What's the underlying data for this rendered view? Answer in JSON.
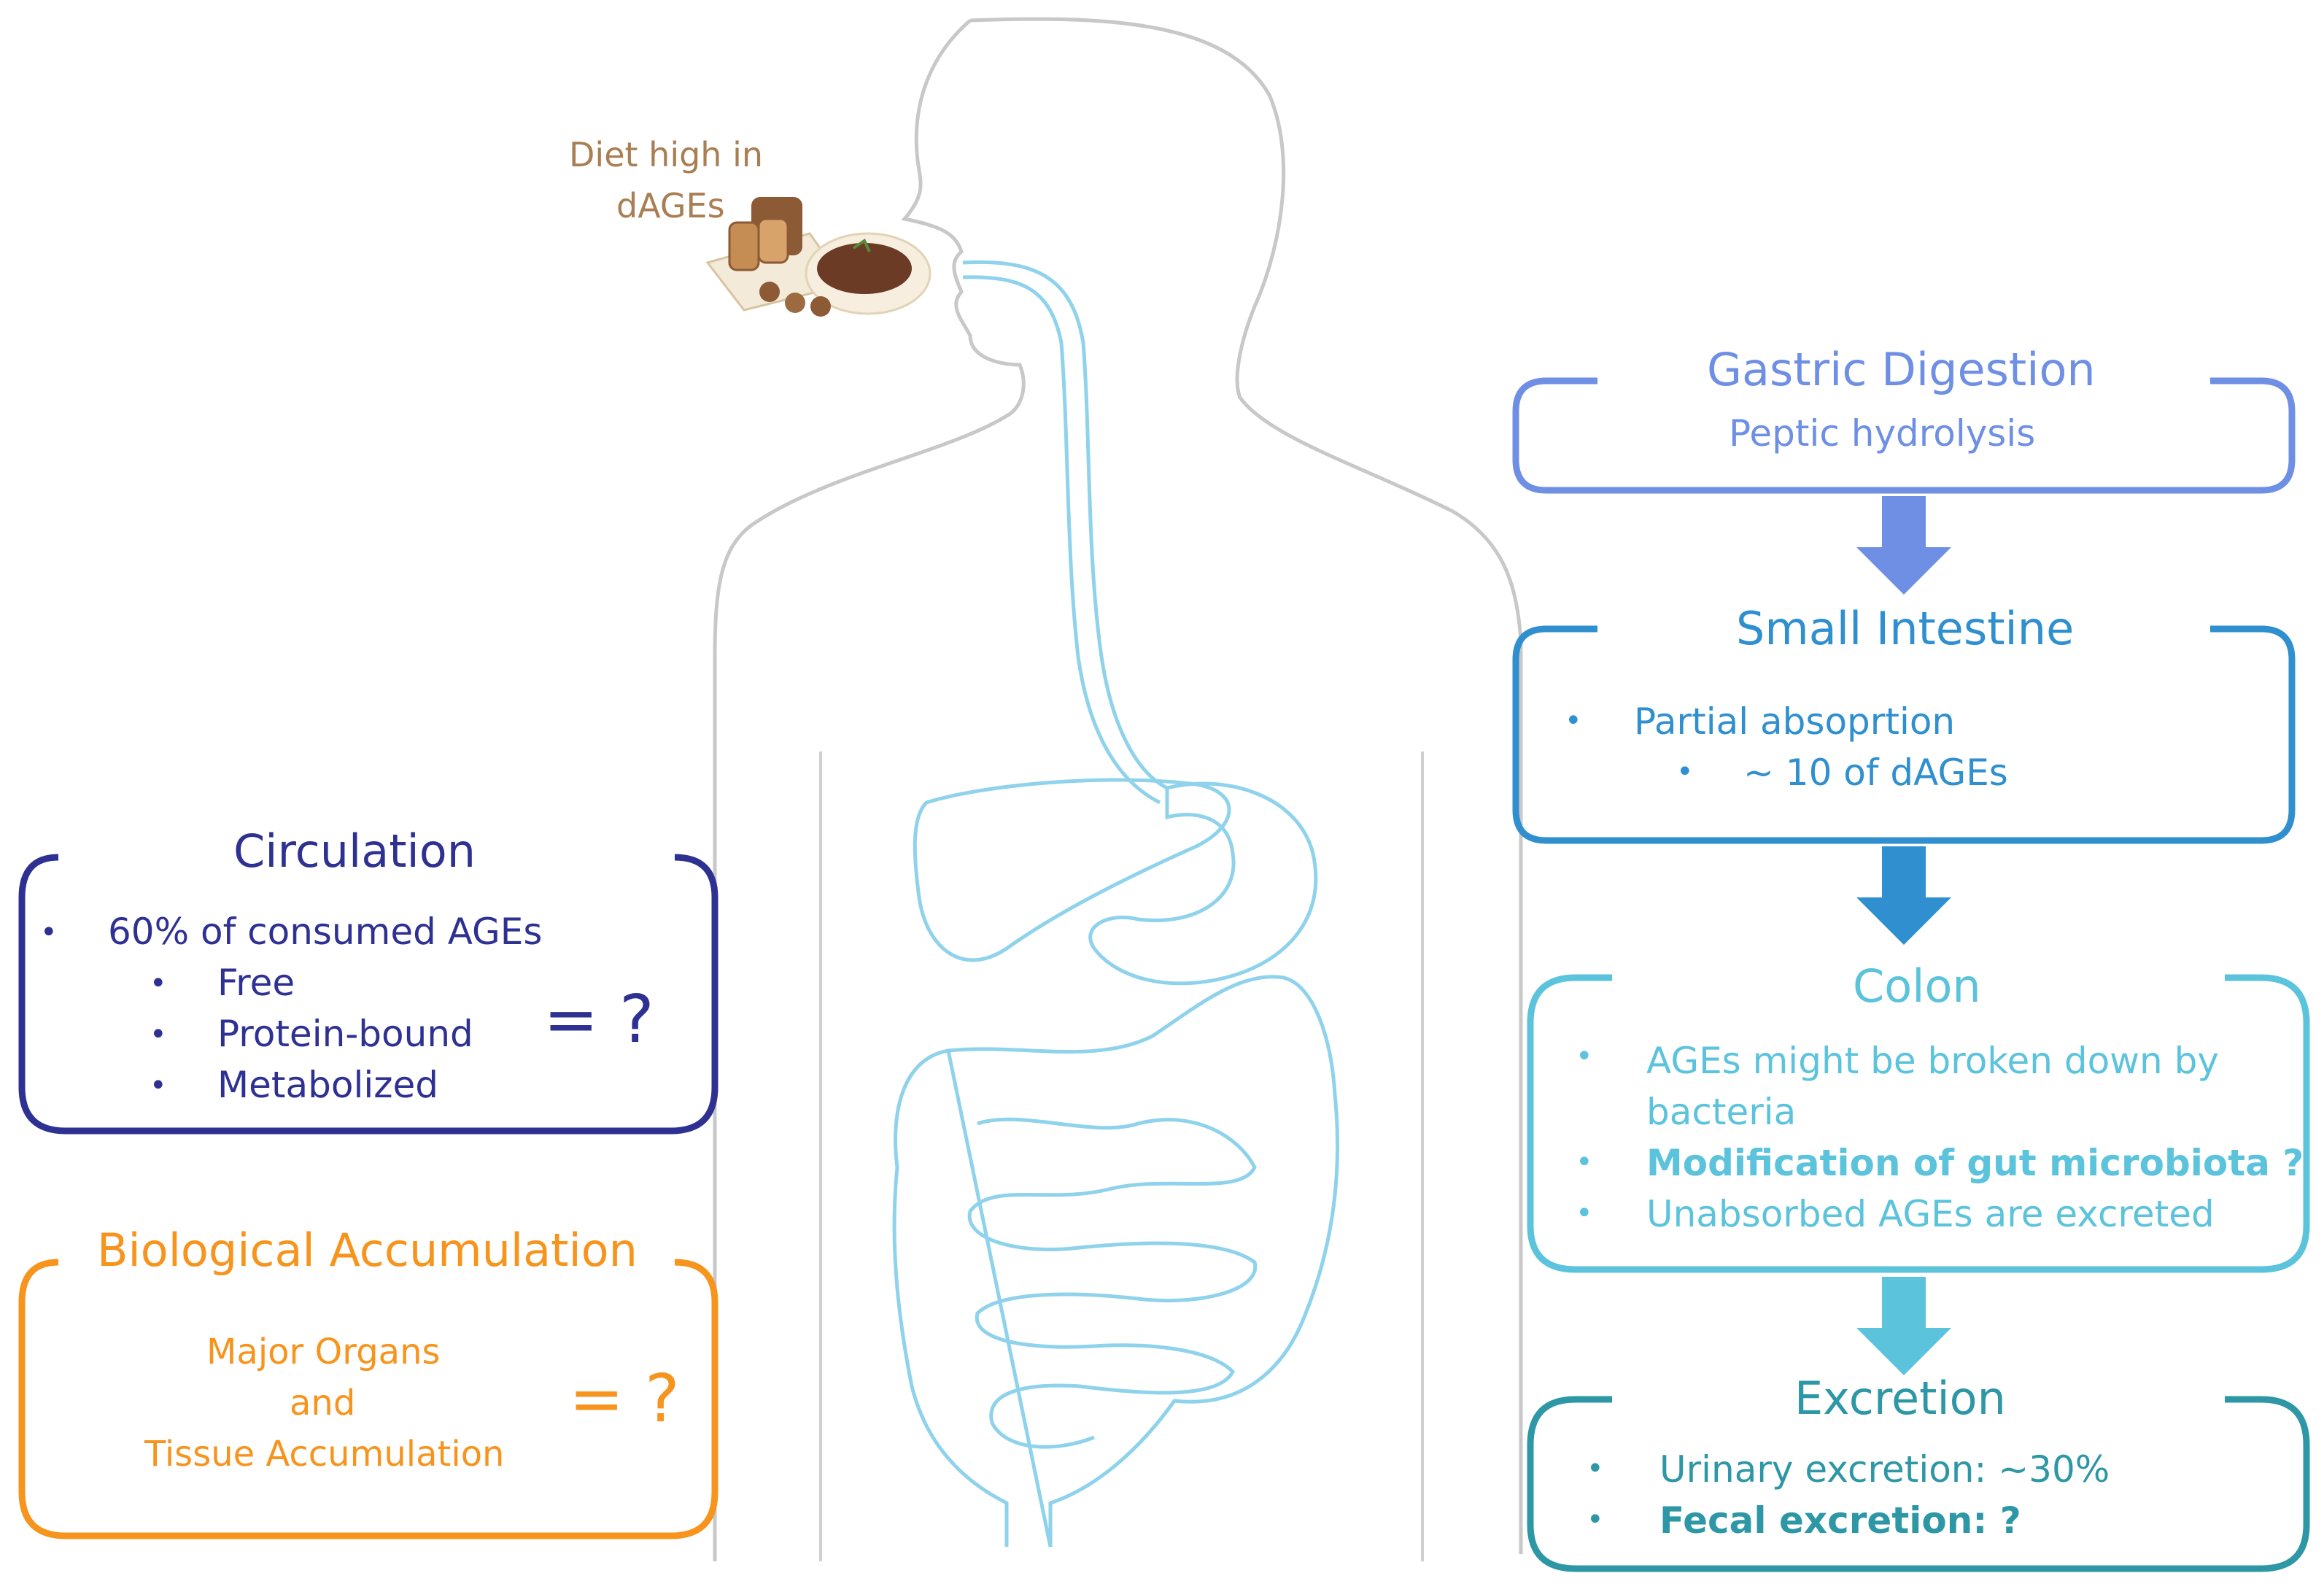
{
  "diet": {
    "line1": "Diet high in",
    "line2": "dAGEs",
    "color": "#a97e53"
  },
  "gastric": {
    "title": "Gastric Digestion",
    "subtitle": "Peptic hydrolysis",
    "color": "#6e8fe4"
  },
  "small_intestine": {
    "title": "Small Intestine",
    "items": [
      "Partial absoprtion",
      "∼ 10 of dAGEs"
    ],
    "color": "#2f8fcf"
  },
  "colon": {
    "title": "Colon",
    "items": [
      "AGEs might be broken down by",
      "bacteria",
      "Modification of gut microbiota ?",
      "Unabsorbed AGEs are excreted"
    ],
    "color": "#5cc3dc"
  },
  "excretion": {
    "title": "Excretion",
    "items": [
      "Urinary excretion: ∼30%",
      "Fecal excretion: ?"
    ],
    "color": "#2d97a6"
  },
  "circulation": {
    "title": "Circulation",
    "items": [
      "60% of consumed AGEs",
      "Free",
      "Protein-bound",
      "Metabolized"
    ],
    "equals": "= ?",
    "color": "#2e3192"
  },
  "accumulation": {
    "title": "Biological Accumulation",
    "lines": [
      "Major Organs",
      "and",
      "Tissue Accumulation"
    ],
    "equals": "= ?",
    "color": "#f7941d"
  },
  "icons": {
    "body": "human-silhouette",
    "digestive": "digestive-system-icon",
    "food": "food-plate-icon",
    "arrow": "down-arrow-icon"
  }
}
